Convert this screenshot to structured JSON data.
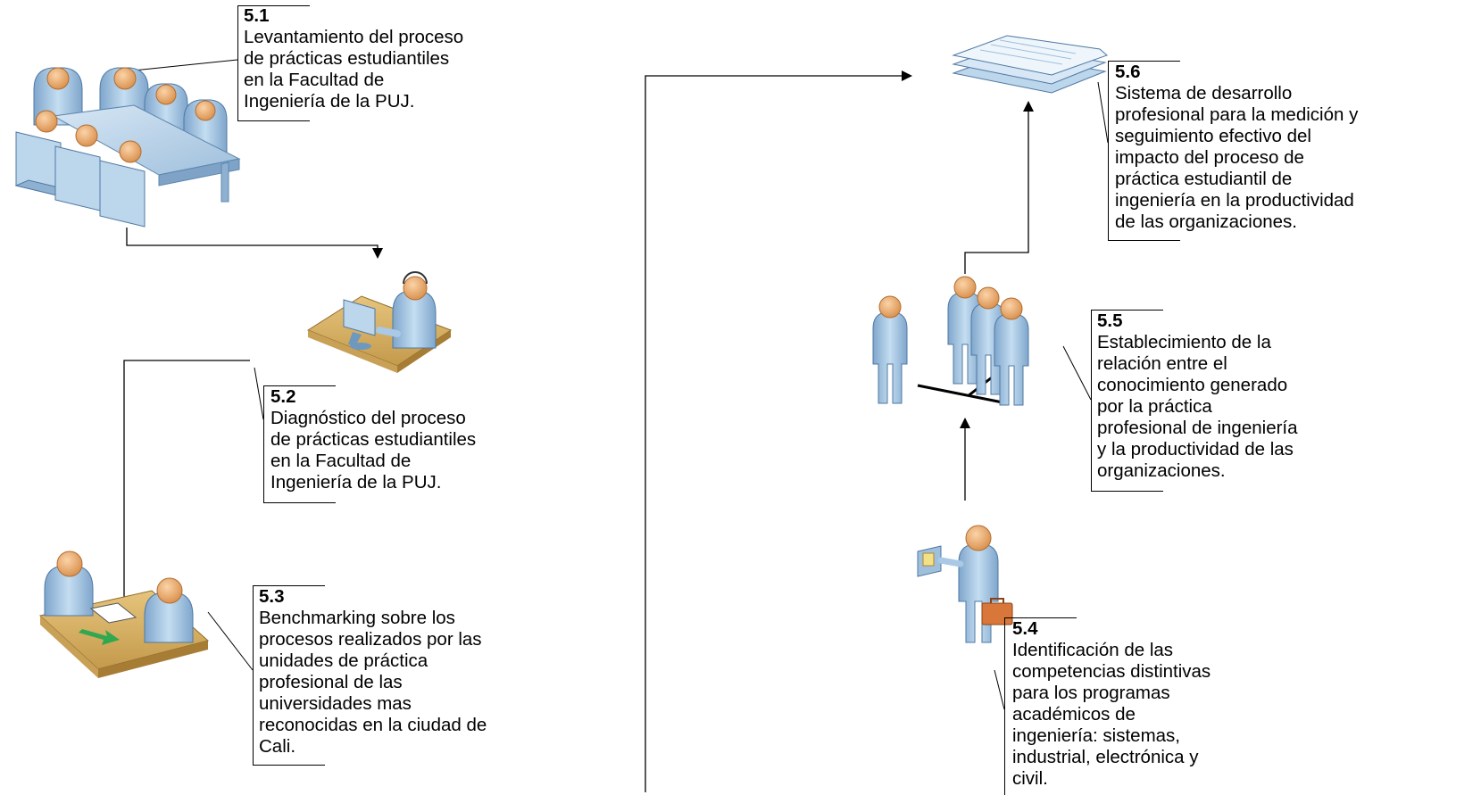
{
  "steps": [
    {
      "number": "5.1",
      "text": "Levantamiento del proceso\nde prácticas estudiantiles\nen la Facultad de\nIngeniería de la PUJ.",
      "icon": "meeting-table-icon"
    },
    {
      "number": "5.2",
      "text": "Diagnóstico del proceso\nde prácticas estudiantiles\nen la Facultad de\nIngeniería de la PUJ.",
      "icon": "computer-operator-icon"
    },
    {
      "number": "5.3",
      "text": "Benchmarking sobre los\nprocesos realizados por las\nunidades de práctica\nprofesional de las\nuniversidades mas\nreconocidas en la ciudad de\nCali.",
      "icon": "document-exchange-icon"
    },
    {
      "number": "5.4",
      "text": "Identificación de las\ncompetencias distintivas\npara los programas\nacadémicos de\ningeniería: sistemas,\nindustrial, electrónica y\ncivil.",
      "icon": "professional-with-briefcase-icon"
    },
    {
      "number": "5.5",
      "text": "Establecimiento de la\nrelación entre el\nconocimiento generado\npor la práctica\nprofesional de ingeniería\ny la productividad de las\norganizaciones.",
      "icon": "people-group-icon"
    },
    {
      "number": "5.6",
      "text": "Sistema de desarrollo\nprofesional para la medición y\nseguimiento efectivo del\nimpacto del proceso de\npráctica estudiantil de\ningeniería en la productividad\nde las organizaciones.",
      "icon": "stacked-documents-icon"
    }
  ],
  "colors": {
    "figure_body": "#a9c9e6",
    "figure_dark": "#6f98bf",
    "skin": "#f0b27a",
    "desk": "#d9b56a",
    "desk_dark": "#b48a3e",
    "arrow_green": "#2fa84f",
    "briefcase": "#d9773a",
    "document": "#e9f3fb"
  }
}
